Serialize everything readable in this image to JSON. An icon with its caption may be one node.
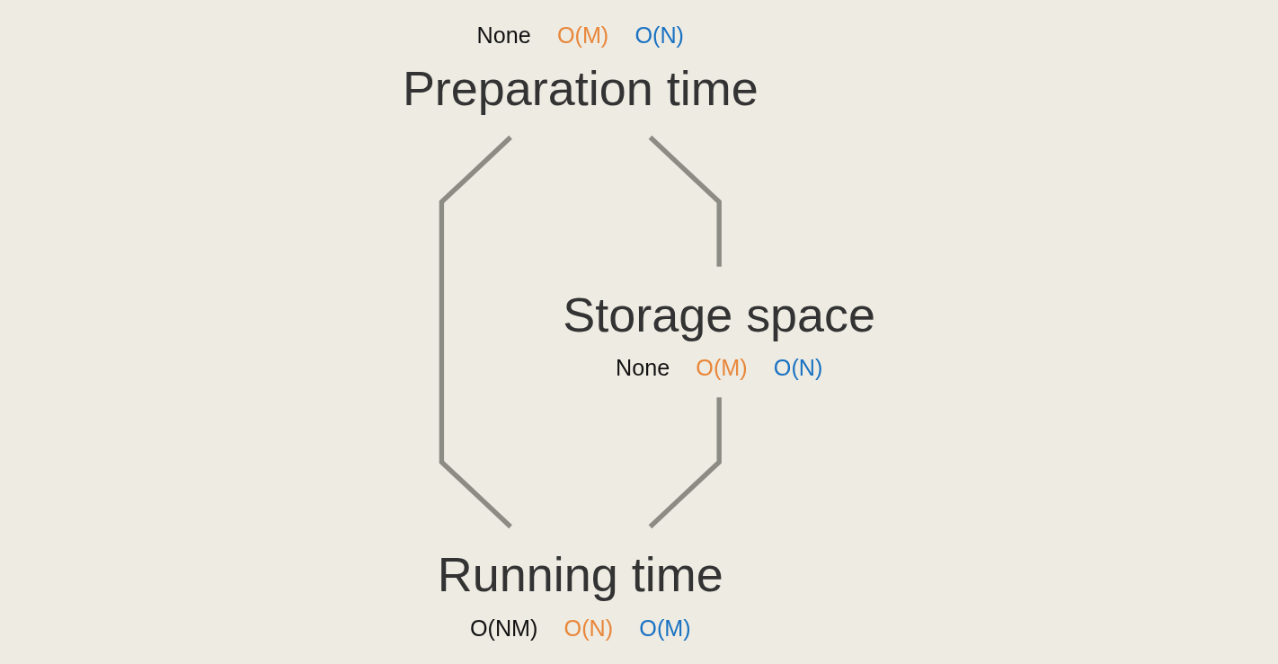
{
  "diagram": {
    "nodes": [
      {
        "text": [
          "Preparation time"
        ],
        "beside": [
          "None",
          "O(M)",
          "O(N)"
        ]
      },
      {
        "text": [
          "Storage space"
        ],
        "beside": [
          "None",
          "O(M)",
          "O(N)"
        ]
      },
      {
        "text": [
          "Running time"
        ],
        "beside": [
          "O(NM)",
          "O(N)",
          "O(M)"
        ]
      }
    ],
    "edges": [
      {
        "from": 0,
        "to": 1,
        "arrow": "none"
      },
      {
        "from": 0,
        "to": 2,
        "arrow": "none"
      },
      {
        "from": 1,
        "to": 2,
        "arrow": "none"
      }
    ]
  }
}
